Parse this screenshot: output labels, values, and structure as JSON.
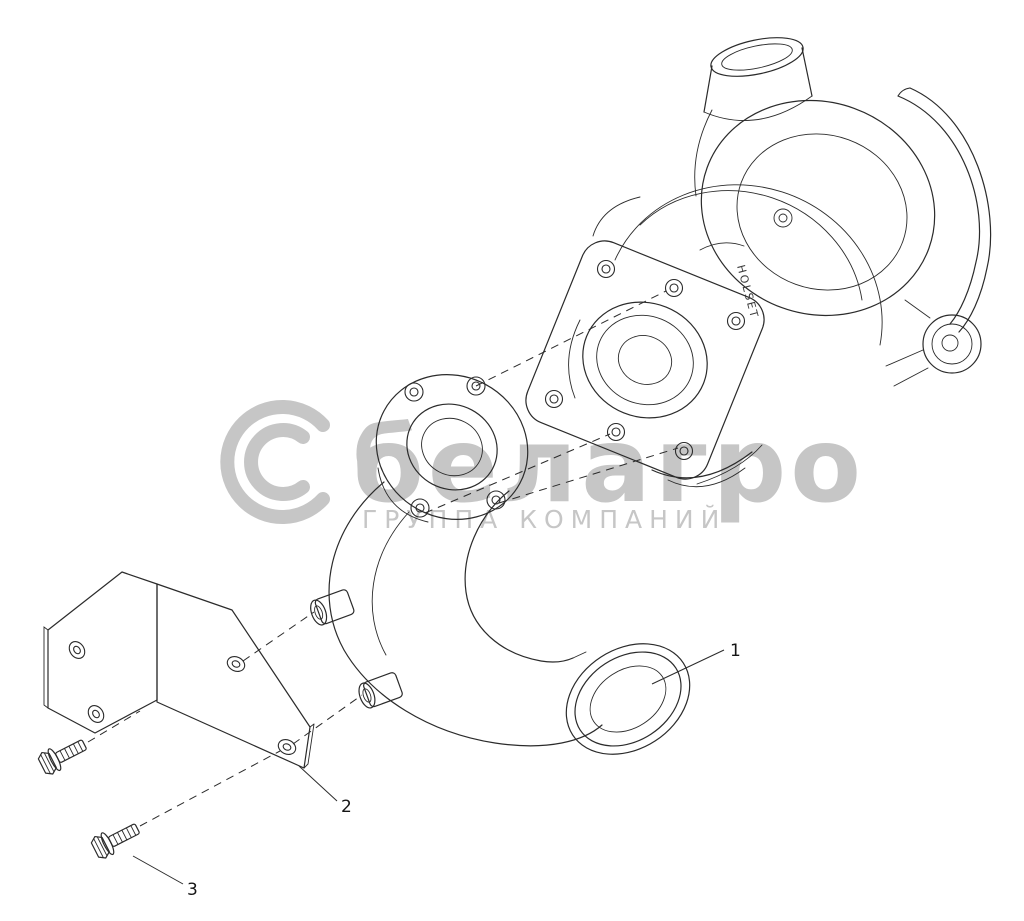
{
  "diagram": {
    "background": "#ffffff",
    "line_color": "#2b2b2b"
  },
  "watermark": {
    "brand": "белагро",
    "subtitle": "ГРУППА КОМПАНИЙ",
    "color": "#c6c6c6"
  },
  "turbo": {
    "brand_label": "HOLSET"
  },
  "callouts": {
    "c1": "1",
    "c2": "2",
    "c3": "3"
  }
}
